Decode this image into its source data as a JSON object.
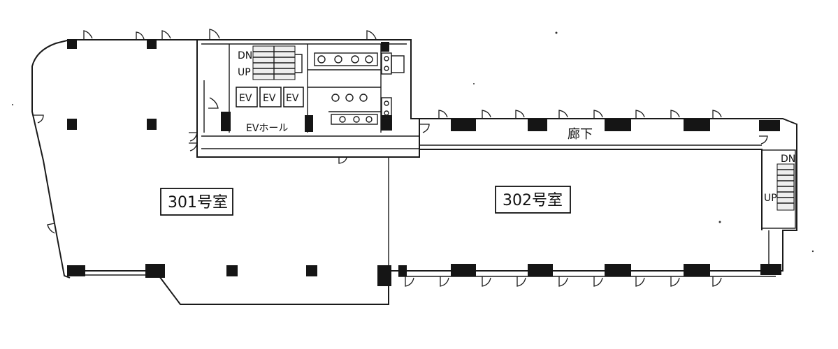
{
  "rooms": {
    "room_301": "301号室",
    "room_302": "302号室"
  },
  "corridor": "廊下",
  "ev_hall": "EVホール",
  "elevators": [
    "EV",
    "EV",
    "EV"
  ],
  "stair_main": {
    "down": "DN",
    "up": "UP"
  },
  "stair_east": {
    "down": "DN",
    "up": "UP"
  }
}
